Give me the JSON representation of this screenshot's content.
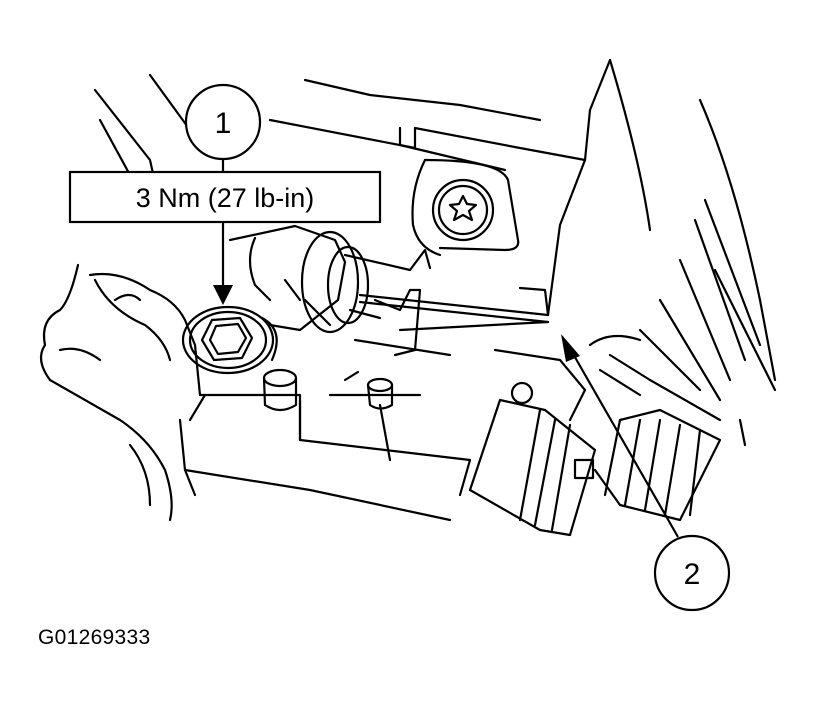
{
  "callouts": [
    {
      "number": "1"
    },
    {
      "number": "2"
    }
  ],
  "torque_label": "3 Nm (27 lb-in)",
  "figure_id": "G01269333",
  "colors": {
    "line": "#000000",
    "background": "#ffffff"
  }
}
